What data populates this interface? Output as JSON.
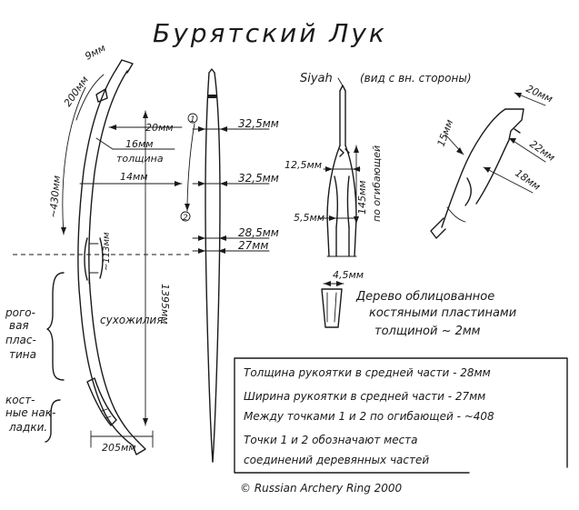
{
  "title": "Бурятский Лук",
  "siyah_label": "Siyah",
  "siyah_note": "(вид с вн. стороны)",
  "bow_labels": {
    "tip_width": "9мм",
    "tip_length": "200мм",
    "arm_length": "~430мм",
    "w20": "20мм",
    "w16": "16мм",
    "thickness": "толщина",
    "w14": "14мм",
    "grip_len": "~113мм",
    "total_len": "1395мм",
    "sinew": "сухожилия",
    "horn_plate": [
      "рого-",
      "вая",
      "плас-",
      "тина"
    ],
    "bone_overlays": [
      "кост-",
      "ные нак-",
      "ладки."
    ],
    "bottom_width": "205мм"
  },
  "limb_labels": {
    "point1": "1",
    "point2": "2",
    "d1": "32,5мм",
    "d2": "32,5мм",
    "d3": "28,5мм",
    "d4": "27мм"
  },
  "siyah_dims": {
    "w1": "12,5мм",
    "len": "145мм",
    "bend": "по огибающей",
    "w2": "5,5мм",
    "sect": "4,5мм"
  },
  "tip_dims": {
    "a": "20мм",
    "b": "15мм",
    "c": "22мм",
    "d": "18мм"
  },
  "wood_note": [
    "Дерево облицованное",
    "костяными пластинами",
    "толщиной ~ 2мм"
  ],
  "notes": [
    "Толщина рукоятки в средней части - 28мм",
    "Ширина рукоятки в средней части - 27мм",
    "Между точками 1 и 2  по огибающей - ~408",
    "Точки 1 и 2 обозначают места",
    "соединений деревянных частей"
  ],
  "copyright": "© Russian Archery Ring 2000"
}
